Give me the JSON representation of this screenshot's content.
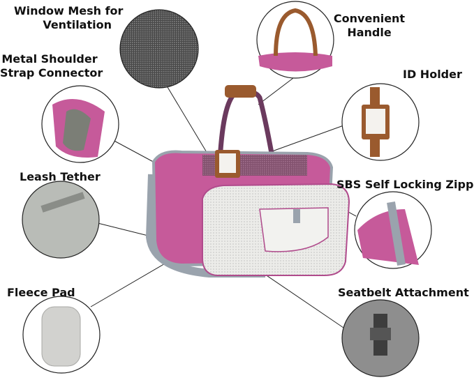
{
  "features": [
    {
      "id": "mesh",
      "line1": "Window Mesh for",
      "line2": "Ventilation"
    },
    {
      "id": "handle",
      "line1": "Convenient",
      "line2": "Handle"
    },
    {
      "id": "strap",
      "line1": "Metal Shoulder",
      "line2": "Strap Connector"
    },
    {
      "id": "id",
      "line1": "ID Holder"
    },
    {
      "id": "leash",
      "line1": "Leash Tether"
    },
    {
      "id": "zipper",
      "line1": "SBS Self Locking Zipper"
    },
    {
      "id": "fleece",
      "line1": "Fleece Pad"
    },
    {
      "id": "seatbelt",
      "line1": "Seatbelt Attachment"
    }
  ],
  "colors": {
    "bag_pink": "#c65a9a",
    "trim_gray": "#9aa3ad",
    "leather": "#9a5a2e",
    "mesh": "#e8e8e6"
  }
}
